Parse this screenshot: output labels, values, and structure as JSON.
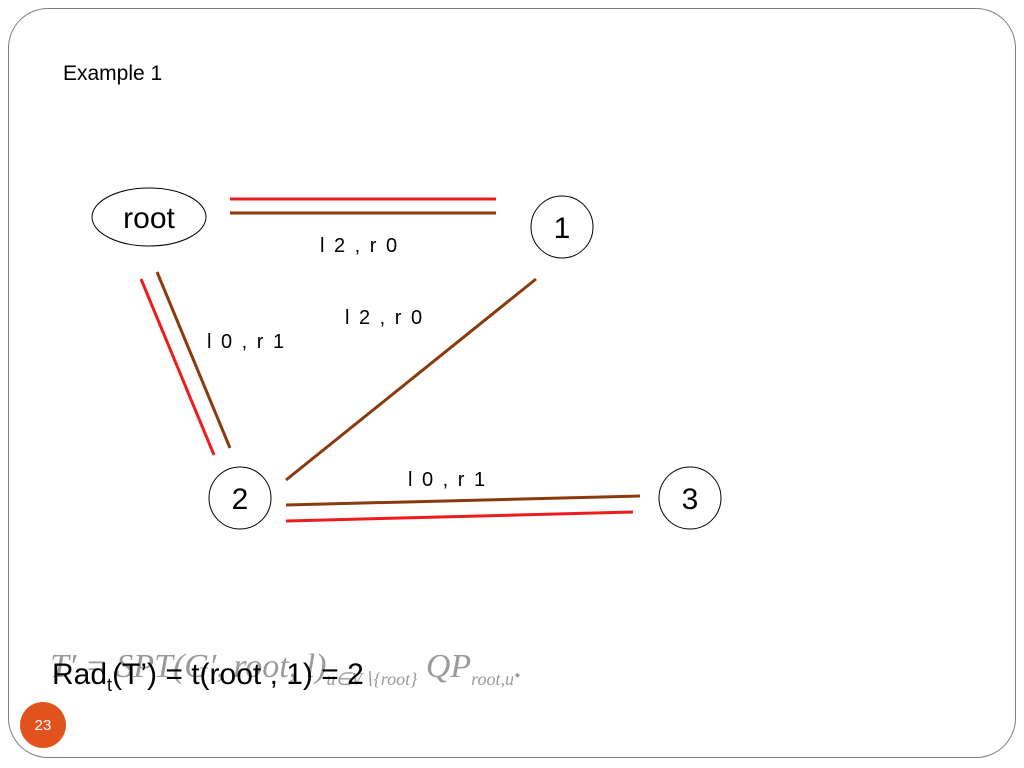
{
  "slide": {
    "title": "Example 1",
    "page_number": "23"
  },
  "diagram": {
    "nodes": [
      {
        "id": "root",
        "label": "root",
        "shape": "ellipse"
      },
      {
        "id": "n1",
        "label": "1",
        "shape": "circle"
      },
      {
        "id": "n2",
        "label": "2",
        "shape": "circle"
      },
      {
        "id": "n3",
        "label": "3",
        "shape": "circle"
      }
    ],
    "edges": [
      {
        "from": "root",
        "to": "n1",
        "label": "l 2 , r 0",
        "colors": [
          "red",
          "brown"
        ]
      },
      {
        "from": "root",
        "to": "n2",
        "label": "l 0 , r 1",
        "colors": [
          "red",
          "brown"
        ]
      },
      {
        "from": "n2",
        "to": "n1",
        "label": "l 2 , r 0",
        "colors": [
          "brown"
        ]
      },
      {
        "from": "n2",
        "to": "n3",
        "label": "l 0 , r 1",
        "colors": [
          "brown",
          "red"
        ]
      }
    ],
    "edge_colors": {
      "red": "#ee1c1c",
      "brown": "#8b3a0e"
    }
  },
  "formula": {
    "main": "Rad",
    "main_sub": "t",
    "main_rest": "(T’) = t(root , 1) = 2",
    "overlay_prefix": "T′ = SPT(G′, root, l)",
    "overlay_sub": "u∈V∖{root}",
    "overlay_suffix": "QP",
    "overlay_suffix_sub": "root,u",
    "overlay_end": "."
  }
}
